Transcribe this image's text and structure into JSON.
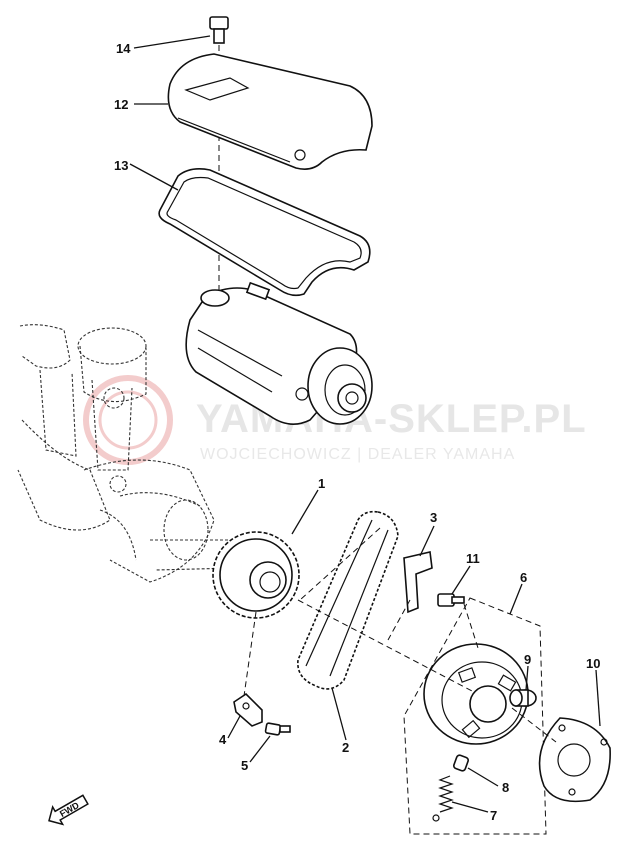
{
  "watermark": {
    "main": "YAMAHA-SKLEP.PL",
    "sub": "WOJCIECHOWICZ | DEALER YAMAHA"
  },
  "fwd_label": "FWD",
  "callouts": [
    "1",
    "2",
    "3",
    "4",
    "5",
    "6",
    "7",
    "8",
    "9",
    "10",
    "11",
    "12",
    "13",
    "14"
  ]
}
